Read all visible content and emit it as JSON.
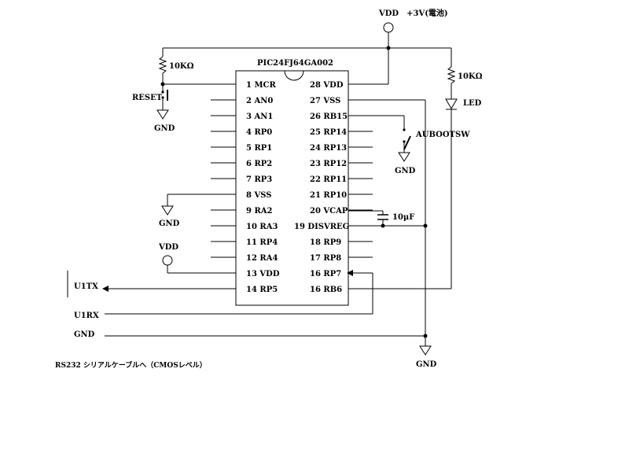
{
  "chip": {
    "name": "PIC24FJ64GA002",
    "left_pins": [
      "1  MCR",
      "2  AN0",
      "3  AN1",
      "4  RP0",
      "5  RP1",
      "6  RP2",
      "7  RP3",
      "8  VSS",
      "9  RA2",
      "10  RA3",
      "11  RP4",
      "12  RA4",
      "13  VDD",
      "14  RP5"
    ],
    "right_pins": [
      "28  VDD",
      "27  VSS",
      "26  RB15",
      "25  RP14",
      "24  RP13",
      "23  RP12",
      "22  RP11",
      "21  RP10",
      "20  VCAP",
      "19  DISVREG",
      "18  RP9",
      "17  RP8",
      "16  RP7",
      "16  RB6"
    ]
  },
  "labels": {
    "vdd_top": "VDD　+3V(電池)",
    "r1": "10KΩ",
    "r2": "10KΩ",
    "reset": "RESET",
    "led": "LED",
    "autoboot": "AUBOOTSW",
    "cap": "10μF",
    "vdd_left": "VDD",
    "u1tx": "U1TX",
    "u1rx": "U1RX",
    "gnd_bus": "GND",
    "gnd": "GND",
    "rs232": "RS232  シリアルケーブルへ（CMOSレベル）"
  }
}
